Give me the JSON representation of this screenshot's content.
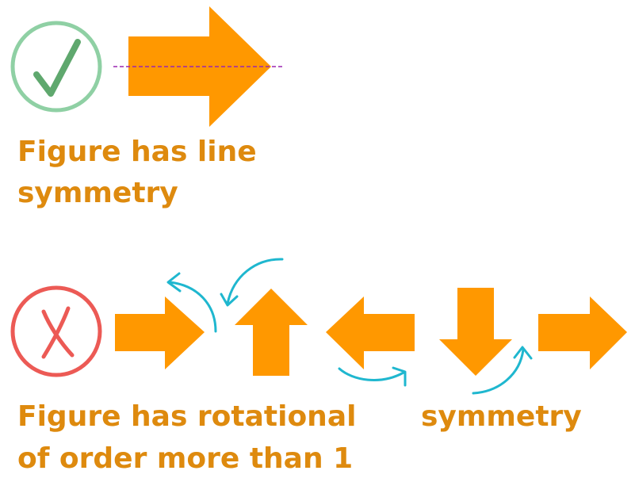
{
  "colors": {
    "arrow_fill": "#ff9800",
    "caption_text": "#de8a0e",
    "check_ring": "#8fd0a4",
    "check_mark": "#5fa86e",
    "cross_ring": "#ec5a55",
    "rotation_arrows": "#1fb7cf",
    "symmetry_line": "#9c27b0"
  },
  "icons": {
    "yes": "check-mark-icon",
    "no": "cross-mark-icon",
    "rotate": "curved-rotation-arrow-icon"
  },
  "examples": [
    {
      "verdict": "correct",
      "caption_lines": [
        "Figure has line",
        "symmetry"
      ]
    },
    {
      "verdict": "incorrect",
      "arrow_directions": [
        "right",
        "up",
        "left",
        "down",
        "right"
      ],
      "caption_lines": [
        "Figure has rotational",
        "of order more than 1",
        "symmetry"
      ]
    }
  ]
}
